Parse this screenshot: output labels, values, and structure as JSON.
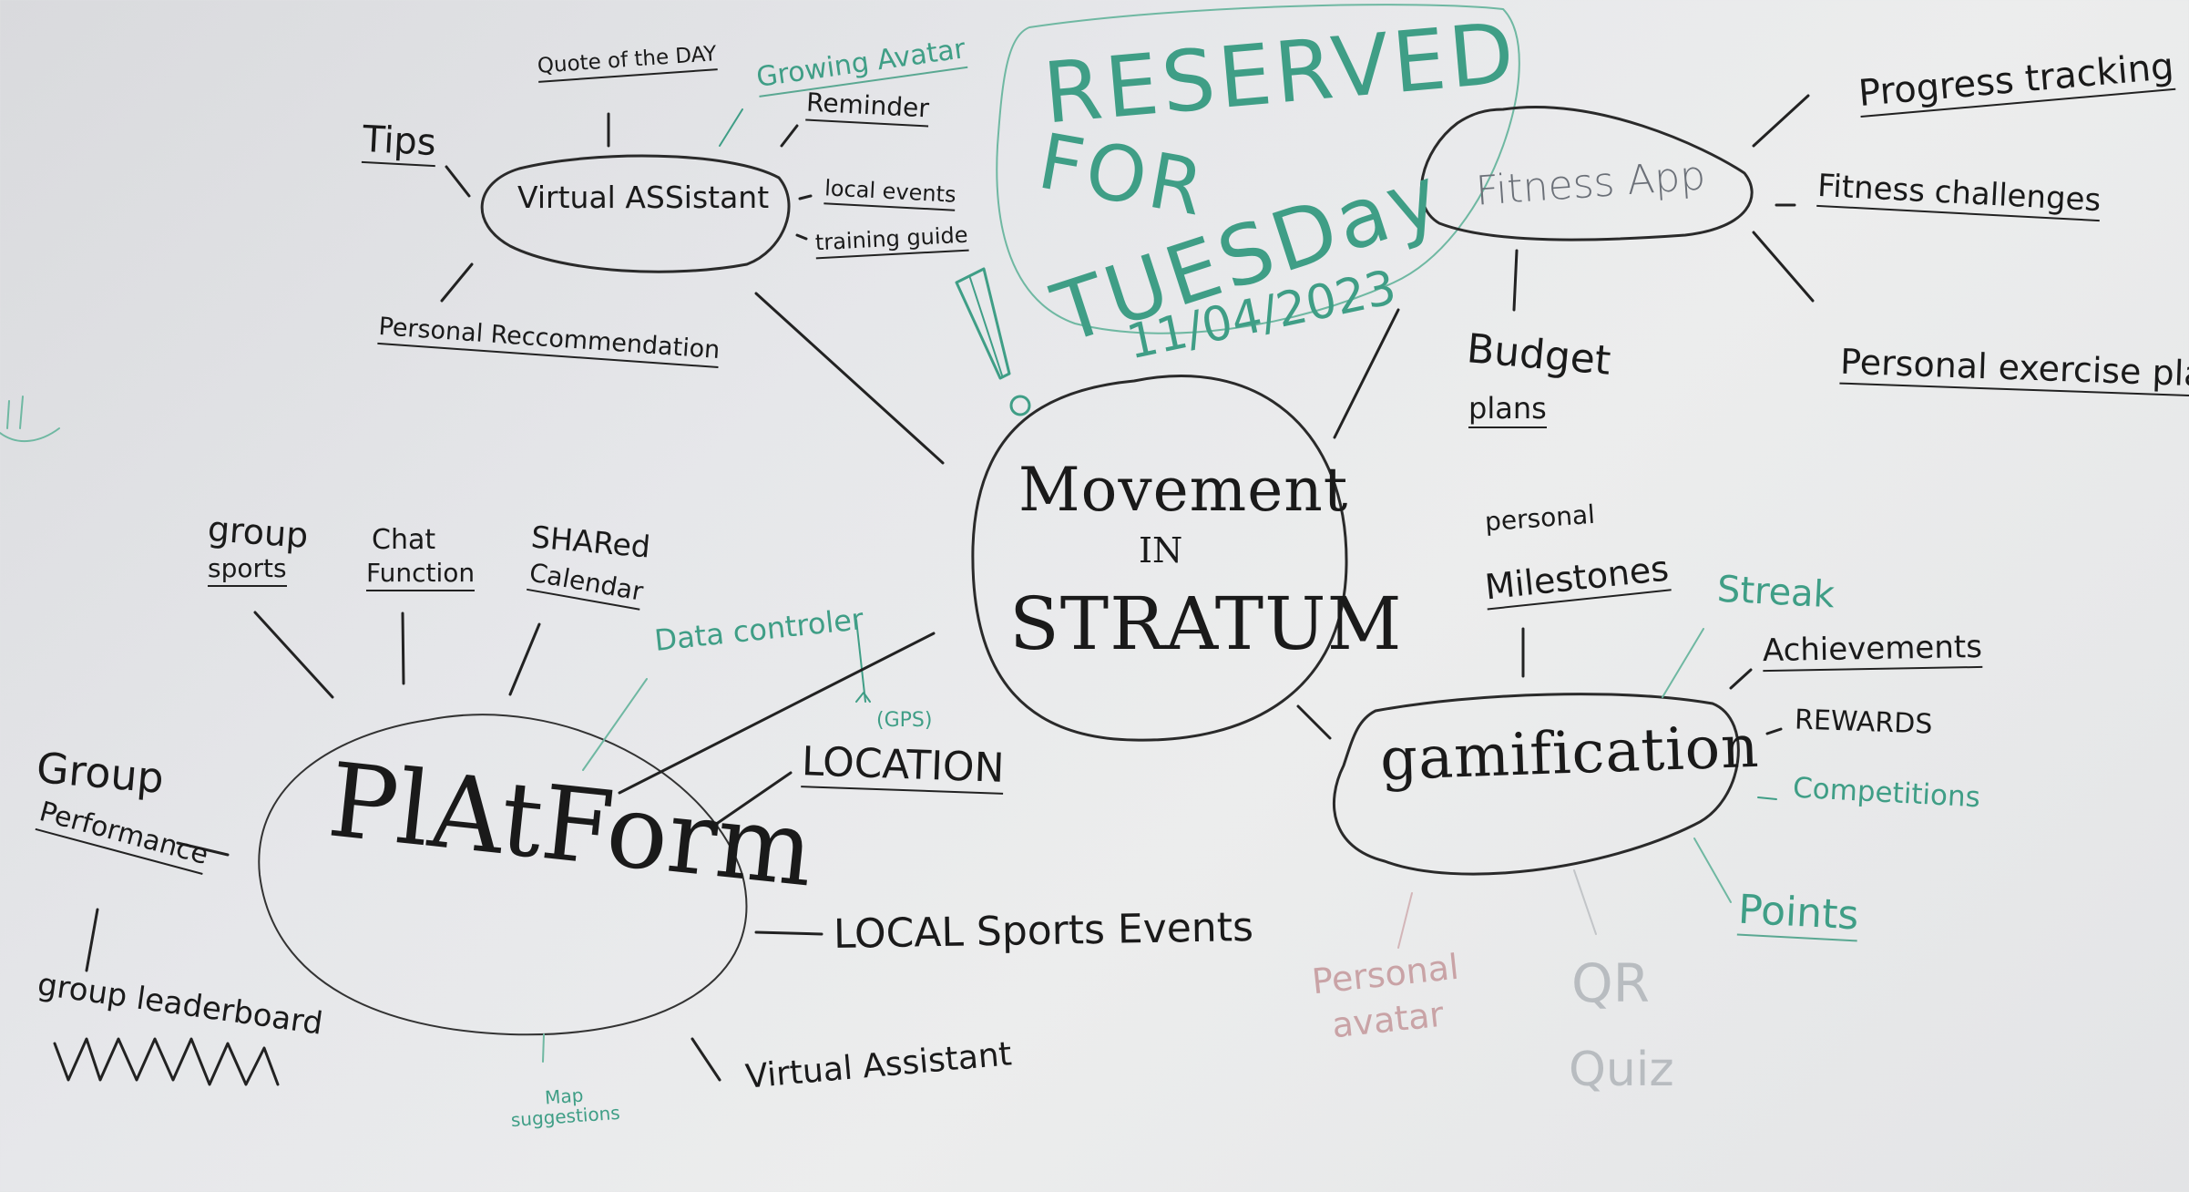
{
  "colors": {
    "ink": "#1a1a1a",
    "marker_green": "#3f9e86",
    "faded_pink": "#c9a3a6",
    "faded_grey": "#b8bcc0",
    "board": "#e6e7ea"
  },
  "center": {
    "line1": "Movement",
    "line2": "IN",
    "line3": "STRATUM"
  },
  "reserved": {
    "line1": "RESERVED",
    "line2": "FOR",
    "line3": "TUESDay",
    "date": "11/04/2023"
  },
  "virtual_assistant": {
    "title": "Virtual ASSistant",
    "items": {
      "quote": "Quote of the DAY",
      "avatar": "Growing Avatar",
      "reminder": "Reminder",
      "tips": "Tips",
      "local_events": "local events",
      "training_guide": "training guide",
      "recommendation": "Personal Reccommendation"
    }
  },
  "fitness_app": {
    "title": "Fitness App",
    "items": {
      "progress": "Progress tracking",
      "challenges": "Fitness challenges",
      "plan": "Personal exercise plan",
      "budget_1": "Budget",
      "budget_2": "plans"
    }
  },
  "platform": {
    "title": "PlAtForm",
    "items": {
      "group_sports_1": "group",
      "group_sports_2": "sports",
      "chat_1": "Chat",
      "chat_2": "Function",
      "calendar_1": "SHARed",
      "calendar_2": "Calendar",
      "data_controller": "Data controler",
      "gps": "(GPS)",
      "location": "LOCATION",
      "local_sports": "LOCAL Sports Events",
      "virtual_assistant": "Virtual Assistant",
      "map": "Map suggestions",
      "group_perf_1": "Group",
      "group_perf_2": "Performance",
      "leaderboard": "group leaderboard"
    }
  },
  "gamification": {
    "title": "gamification",
    "items": {
      "milestones_1": "personal",
      "milestones_2": "Milestones",
      "streak": "Streak",
      "achievements": "Achievements",
      "rewards": "REWARDS",
      "competitions": "Competitions",
      "points": "Points",
      "avatar_1": "Personal",
      "avatar_2": "avatar",
      "qr": "QR",
      "quiz": "Quiz"
    }
  },
  "stray_mark": "(("
}
